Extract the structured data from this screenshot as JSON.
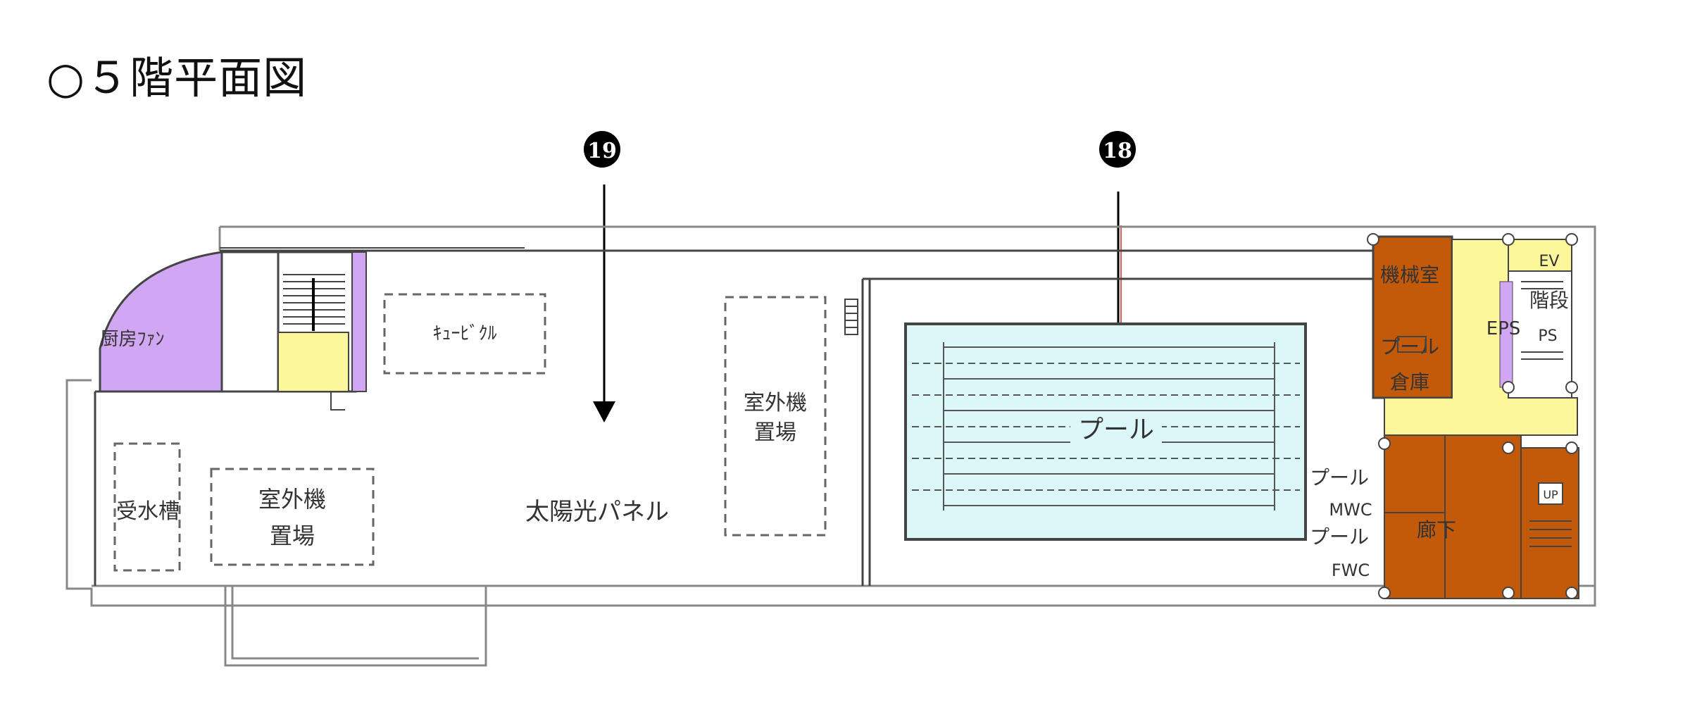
{
  "title": "○５階平面図",
  "markers": [
    {
      "id": "19",
      "label": "⓳"
    },
    {
      "id": "18",
      "label": "⓲"
    }
  ],
  "rooms": {
    "kitchen_fan": "厨房ﾌｧﾝ",
    "cubicle": "ｷｭｰﾋﾞｸﾙ",
    "outdoor_unit_a": [
      "室外機",
      "置場"
    ],
    "outdoor_unit_b": [
      "室外機",
      "置場"
    ],
    "water_tank": "受水槽",
    "solar_panel": "太陽光パネル",
    "pool": "プール",
    "machine_room": "機械室",
    "pool_storage": [
      "プール",
      "倉庫"
    ],
    "stairs": "階段",
    "eps": "EPS",
    "ps": "PS",
    "ev": "EV",
    "pool_mwc": [
      "プール",
      "MWC"
    ],
    "pool_fwc": [
      "プール",
      "FWC"
    ],
    "corridor": "廊下",
    "up": "UP"
  },
  "colors": {
    "purple": "#d1a6f2",
    "yellow": "#fcf79b",
    "orange": "#c25a0a",
    "pool_blue": "#dcf7f8",
    "line": "#555555"
  }
}
